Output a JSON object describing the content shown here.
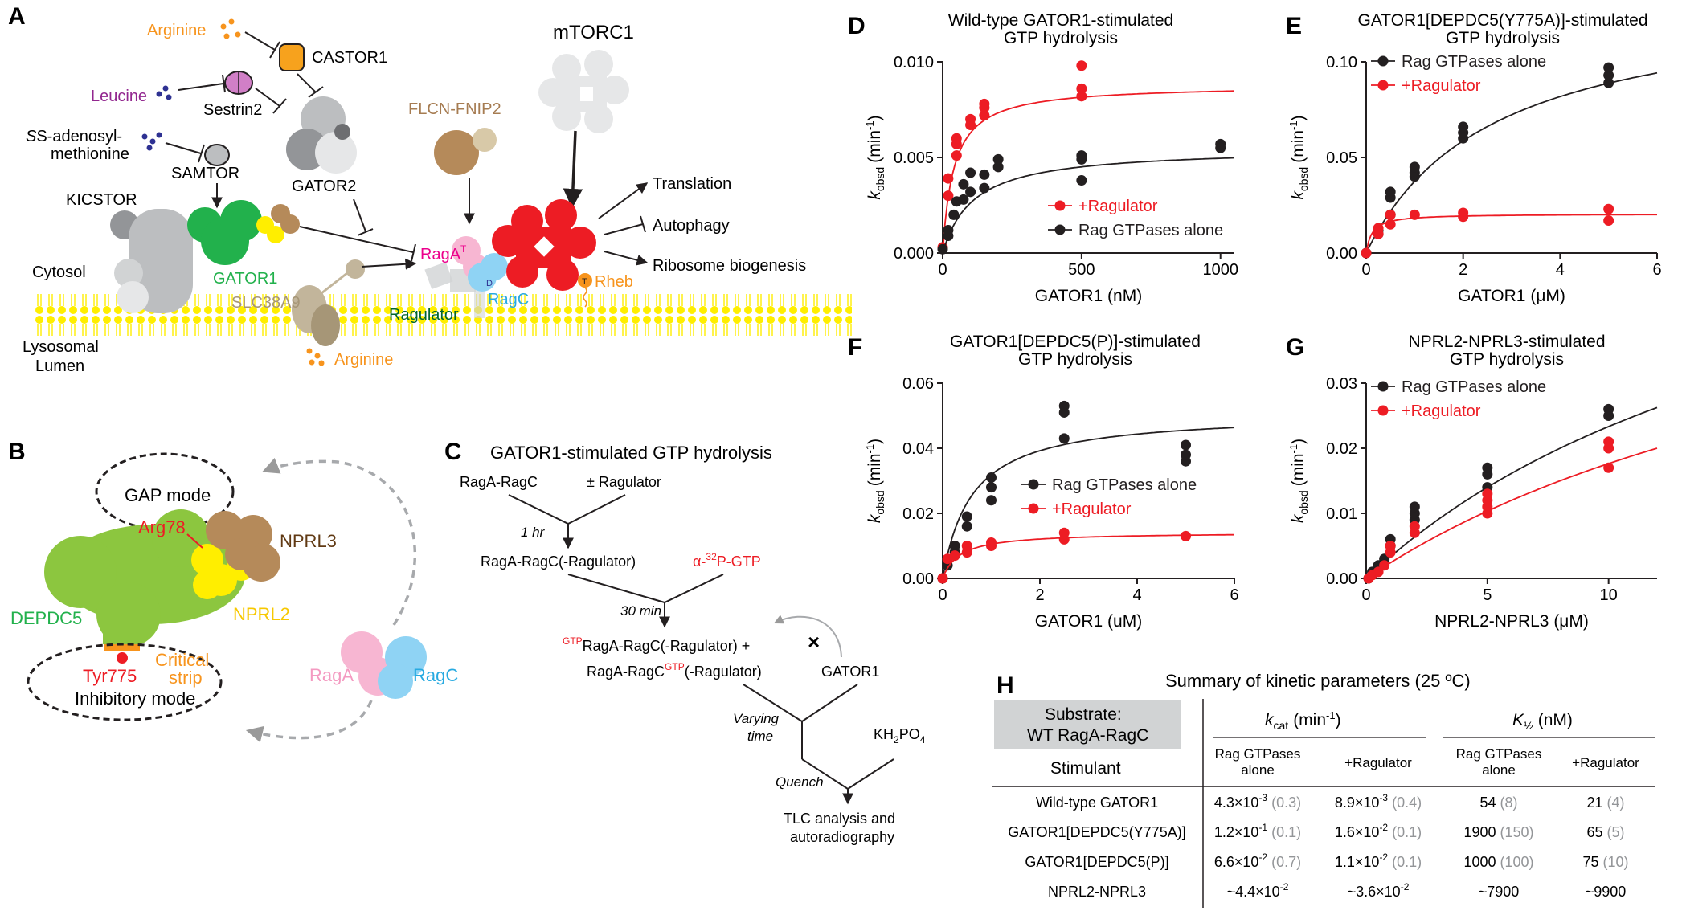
{
  "panels": {
    "A": "A",
    "B": "B",
    "C": "C",
    "D": "D",
    "E": "E",
    "F": "F",
    "G": "G",
    "H": "H"
  },
  "panel_a": {
    "arginine_top": "Arginine",
    "castor1": "CASTOR1",
    "leucine": "Leucine",
    "sestrin2": "Sestrin2",
    "sam_line1": "S-adenosyl-",
    "sam_line2": "methionine",
    "samtor": "SAMTOR",
    "gator2": "GATOR2",
    "mtorc1": "mTORC1",
    "flcn": "FLCN-FNIP2",
    "kicstor": "KICSTOR",
    "gator1": "GATOR1",
    "cytosol": "Cytosol",
    "slc38a9": "SLC38A9",
    "arginine_bottom": "Arginine",
    "lumen_line1": "Lysosomal",
    "lumen_line2": "Lumen",
    "raga": "RagA",
    "raga_sup": "T",
    "ragc": "RagC",
    "ragc_sup": "D",
    "ragulator": "Ragulator",
    "rheb": "Rheb",
    "rheb_t": "T",
    "translation": "Translation",
    "autophagy": "Autophagy",
    "ribosome": "Ribosome biogenesis"
  },
  "panel_b": {
    "gap_mode": "GAP mode",
    "arg78": "Arg78",
    "nprl3": "NPRL3",
    "depdc5": "DEPDC5",
    "nprl2": "NPRL2",
    "critical_line1": "Critical",
    "critical_line2": "strip",
    "tyr775": "Tyr775",
    "inhibitory_mode": "Inhibitory mode",
    "raga": "RagA",
    "ragc": "RagC"
  },
  "panel_c": {
    "title": "GATOR1-stimulated GTP hydrolysis",
    "ragarc": "RagA-RagC",
    "pm_ragulator": "± Ragulator",
    "t1": "1 hr",
    "complex": "RagA-RagC(-Ragulator)",
    "alpha_gtp": "α-",
    "p32": "32",
    "p_gtp": "P-GTP",
    "t2": "30 min",
    "gtp_sup": "GTP",
    "mix1_rest": "RagA-RagC(-Ragulator) +",
    "mix2_pre": "RagA-RagC",
    "mix2_post": "(-Ragulator)",
    "gator1": "GATOR1",
    "varying1": "Varying",
    "varying2": "time",
    "kh2po4": "KH",
    "kh_sub2": "2",
    "kh_po": "PO",
    "kh_sub4": "4",
    "quench": "Quench",
    "tlc1": "TLC analysis and",
    "tlc2": "autoradiography"
  },
  "colors": {
    "black_series": "#231f20",
    "red_series": "#ed1c24",
    "gator1_green": "#22b14c",
    "depdc5_green": "#8cc63f",
    "nprl2_yellow": "#ffee00",
    "nprl3_brown": "#b58a5a",
    "raga_pink": "#f7b6d2",
    "ragc_blue": "#8fd3f4",
    "arginine_orange": "#f7941d",
    "leucine_purple": "#92278f",
    "mtorc1_red": "#ed1c24"
  },
  "chart_data": [
    {
      "id": "D",
      "type": "scatter",
      "title_line1": "Wild-type GATOR1-stimulated",
      "title_line2": "GTP hydrolysis",
      "xlabel": "GATOR1 (nM)",
      "ylabel_k": "k",
      "ylabel_sub": "obsd",
      "ylabel_unit": "(min",
      "ylabel_exp": "-1",
      "ylabel_close": ")",
      "xlim": [
        0,
        1050
      ],
      "ylim": [
        0,
        0.01
      ],
      "xticks": [
        0,
        500,
        1000
      ],
      "xtick_labels": [
        "0",
        "500",
        "1000"
      ],
      "yticks": [
        0,
        0.005,
        0.01
      ],
      "ytick_labels": [
        "0.000",
        "0.005",
        "0.010"
      ],
      "legend_position": "bottom-right",
      "series": [
        {
          "name": "+Ragulator",
          "color": "red",
          "points": [
            [
              0,
              0.0003
            ],
            [
              20,
              0.003
            ],
            [
              20,
              0.0039
            ],
            [
              50,
              0.0051
            ],
            [
              50,
              0.0057
            ],
            [
              50,
              0.006
            ],
            [
              100,
              0.0067
            ],
            [
              100,
              0.007
            ],
            [
              150,
              0.0072
            ],
            [
              150,
              0.0076
            ],
            [
              150,
              0.0078
            ],
            [
              500,
              0.0098
            ],
            [
              500,
              0.0086
            ],
            [
              500,
              0.0082
            ]
          ],
          "fit": {
            "vmax": 0.0088,
            "k": 40,
            "n": 1
          }
        },
        {
          "name": "Rag GTPases alone",
          "color": "black",
          "points": [
            [
              0,
              0.0002
            ],
            [
              20,
              0.0009
            ],
            [
              20,
              0.0012
            ],
            [
              40,
              0.002
            ],
            [
              50,
              0.0027
            ],
            [
              75,
              0.0028
            ],
            [
              75,
              0.0036
            ],
            [
              100,
              0.0042
            ],
            [
              100,
              0.0032
            ],
            [
              150,
              0.0034
            ],
            [
              150,
              0.0041
            ],
            [
              200,
              0.0045
            ],
            [
              200,
              0.0049
            ],
            [
              500,
              0.0051
            ],
            [
              500,
              0.0049
            ],
            [
              500,
              0.0038
            ],
            [
              1000,
              0.0057
            ],
            [
              1000,
              0.0055
            ]
          ],
          "fit": {
            "vmax": 0.0055,
            "k": 110,
            "n": 1
          }
        }
      ]
    },
    {
      "id": "E",
      "type": "scatter",
      "title_line1": "GATOR1[DEPDC5(Y775A)]-stimulated",
      "title_line2": "GTP hydrolysis",
      "xlabel": "GATOR1 (μM)",
      "ylabel_k": "k",
      "ylabel_sub": "obsd",
      "ylabel_unit": "(min",
      "ylabel_exp": "-1",
      "ylabel_close": ")",
      "xlim": [
        0,
        6
      ],
      "ylim": [
        0,
        0.1
      ],
      "xticks": [
        0,
        2,
        4,
        6
      ],
      "xtick_labels": [
        "0",
        "2",
        "4",
        "6"
      ],
      "yticks": [
        0,
        0.05,
        0.1
      ],
      "ytick_labels": [
        "0.00",
        "0.05",
        "0.10"
      ],
      "legend_position": "top-left",
      "series": [
        {
          "name": "Rag GTPases alone",
          "color": "black",
          "points": [
            [
              0,
              0.0
            ],
            [
              0.25,
              0.01
            ],
            [
              0.25,
              0.012
            ],
            [
              0.5,
              0.02
            ],
            [
              0.5,
              0.029
            ],
            [
              0.5,
              0.032
            ],
            [
              1,
              0.04
            ],
            [
              1,
              0.042
            ],
            [
              1,
              0.045
            ],
            [
              2,
              0.06
            ],
            [
              2,
              0.063
            ],
            [
              2,
              0.066
            ],
            [
              5,
              0.089
            ],
            [
              5,
              0.093
            ],
            [
              5,
              0.097
            ]
          ],
          "fit": {
            "vmax": 0.135,
            "k": 2.6,
            "n": 1
          }
        },
        {
          "name": "+Ragulator",
          "color": "red",
          "points": [
            [
              0,
              0.0
            ],
            [
              0.25,
              0.01
            ],
            [
              0.25,
              0.013
            ],
            [
              0.5,
              0.015
            ],
            [
              0.5,
              0.02
            ],
            [
              1,
              0.02
            ],
            [
              2,
              0.019
            ],
            [
              2,
              0.021
            ],
            [
              5,
              0.017
            ],
            [
              5,
              0.023
            ]
          ],
          "fit": {
            "vmax": 0.0205,
            "k": 0.12,
            "n": 1
          }
        }
      ]
    },
    {
      "id": "F",
      "type": "scatter",
      "title_line1": "GATOR1[DEPDC5(P)]-stimulated",
      "title_line2": "GTP hydrolysis",
      "xlabel": "GATOR1 (uM)",
      "ylabel_k": "k",
      "ylabel_sub": "obsd",
      "ylabel_unit": "(min",
      "ylabel_exp": "-1",
      "ylabel_close": ")",
      "xlim": [
        0,
        6
      ],
      "ylim": [
        0,
        0.06
      ],
      "xticks": [
        0,
        2,
        4,
        6
      ],
      "xtick_labels": [
        "0",
        "2",
        "4",
        "6"
      ],
      "yticks": [
        0,
        0.02,
        0.04,
        0.06
      ],
      "ytick_labels": [
        "0.00",
        "0.02",
        "0.04",
        "0.06"
      ],
      "legend_position": "middle-right",
      "series": [
        {
          "name": "Rag GTPases alone",
          "color": "black",
          "points": [
            [
              0,
              0.0
            ],
            [
              0.1,
              0.004
            ],
            [
              0.25,
              0.008
            ],
            [
              0.25,
              0.01
            ],
            [
              0.5,
              0.016
            ],
            [
              0.5,
              0.019
            ],
            [
              1,
              0.024
            ],
            [
              1,
              0.028
            ],
            [
              1,
              0.031
            ],
            [
              2.5,
              0.043
            ],
            [
              2.5,
              0.051
            ],
            [
              2.5,
              0.053
            ],
            [
              5,
              0.036
            ],
            [
              5,
              0.038
            ],
            [
              5,
              0.041
            ]
          ],
          "fit": {
            "vmax": 0.051,
            "k": 0.6,
            "n": 1
          }
        },
        {
          "name": "+Ragulator",
          "color": "red",
          "points": [
            [
              0,
              0.0
            ],
            [
              0.1,
              0.006
            ],
            [
              0.25,
              0.007
            ],
            [
              0.5,
              0.008
            ],
            [
              0.5,
              0.01
            ],
            [
              1,
              0.01
            ],
            [
              1,
              0.011
            ],
            [
              2.5,
              0.012
            ],
            [
              2.5,
              0.014
            ],
            [
              5,
              0.013
            ]
          ],
          "fit": {
            "vmax": 0.0142,
            "k": 0.35,
            "n": 1
          }
        }
      ]
    },
    {
      "id": "G",
      "type": "scatter",
      "title_line1": "NPRL2-NPRL3-stimulated",
      "title_line2": "GTP hydrolysis",
      "xlabel": "NPRL2-NPRL3 (μM)",
      "ylabel_k": "k",
      "ylabel_sub": "obsd",
      "ylabel_unit": "(min",
      "ylabel_exp": "-1",
      "ylabel_close": ")",
      "xlim": [
        0,
        12
      ],
      "ylim": [
        0,
        0.03
      ],
      "xticks": [
        0,
        5,
        10
      ],
      "xtick_labels": [
        "0",
        "5",
        "10"
      ],
      "yticks": [
        0,
        0.01,
        0.02,
        0.03
      ],
      "ytick_labels": [
        "0.00",
        "0.01",
        "0.02",
        "0.03"
      ],
      "legend_position": "top-left",
      "series": [
        {
          "name": "Rag GTPases alone",
          "color": "black",
          "points": [
            [
              0.1,
              0.0
            ],
            [
              0.25,
              0.001
            ],
            [
              0.5,
              0.002
            ],
            [
              0.75,
              0.003
            ],
            [
              1,
              0.005
            ],
            [
              1,
              0.006
            ],
            [
              2,
              0.009
            ],
            [
              2,
              0.01
            ],
            [
              2,
              0.011
            ],
            [
              5,
              0.014
            ],
            [
              5,
              0.016
            ],
            [
              5,
              0.017
            ],
            [
              10,
              0.025
            ],
            [
              10,
              0.026
            ]
          ],
          "fit": {
            "vmax": 0.07,
            "k": 20,
            "n": 1
          }
        },
        {
          "name": "+Ragulator",
          "color": "red",
          "points": [
            [
              0.1,
              0.0
            ],
            [
              0.25,
              0.0005
            ],
            [
              0.5,
              0.001
            ],
            [
              0.75,
              0.002
            ],
            [
              1,
              0.004
            ],
            [
              1,
              0.005
            ],
            [
              2,
              0.007
            ],
            [
              2,
              0.008
            ],
            [
              5,
              0.01
            ],
            [
              5,
              0.011
            ],
            [
              5,
              0.012
            ],
            [
              5,
              0.013
            ],
            [
              10,
              0.017
            ],
            [
              10,
              0.02
            ],
            [
              10,
              0.021
            ]
          ],
          "fit": {
            "vmax": 0.06,
            "k": 24,
            "n": 1
          }
        }
      ]
    },
    {
      "id": "H",
      "type": "table",
      "title": "Summary of kinetic parameters (25 ºC)",
      "substrate_line1": "Substrate:",
      "substrate_line2": "WT RagA-RagC",
      "stimulant_header": "Stimulant",
      "kcat_header": "k",
      "kcat_sub": "cat",
      "kcat_unit": "(min",
      "kcat_exp": "-1",
      "kcat_close": ")",
      "khalf_header": "K",
      "khalf_sub": "½",
      "khalf_unit": "(nM)",
      "subcols": [
        "Rag GTPases alone",
        "+Ragulator",
        "Rag GTPases alone",
        "+Ragulator"
      ],
      "rows": [
        {
          "stimulant": "Wild-type GATOR1",
          "kcat_alone": "4.3×10",
          "kcat_alone_exp": "-3",
          "kcat_alone_err": "(0.3)",
          "kcat_rag": "8.9×10",
          "kcat_rag_exp": "-3",
          "kcat_rag_err": "(0.4)",
          "k_alone": "54",
          "k_alone_err": "(8)",
          "k_rag": "21",
          "k_rag_err": "(4)"
        },
        {
          "stimulant": "GATOR1[DEPDC5(Y775A)]",
          "kcat_alone": "1.2×10",
          "kcat_alone_exp": "-1",
          "kcat_alone_err": "(0.1)",
          "kcat_rag": "1.6×10",
          "kcat_rag_exp": "-2",
          "kcat_rag_err": "(0.1)",
          "k_alone": "1900",
          "k_alone_err": "(150)",
          "k_rag": "65",
          "k_rag_err": "(5)"
        },
        {
          "stimulant": "GATOR1[DEPDC5(P)]",
          "kcat_alone": "6.6×10",
          "kcat_alone_exp": "-2",
          "kcat_alone_err": "(0.7)",
          "kcat_rag": "1.1×10",
          "kcat_rag_exp": "-2",
          "kcat_rag_err": "(0.1)",
          "k_alone": "1000",
          "k_alone_err": "(100)",
          "k_rag": "75",
          "k_rag_err": "(10)"
        },
        {
          "stimulant": "NPRL2-NPRL3",
          "kcat_alone": "~4.4×10",
          "kcat_alone_exp": "-2",
          "kcat_alone_err": "",
          "kcat_rag": "~3.6×10",
          "kcat_rag_exp": "-2",
          "kcat_rag_err": "",
          "k_alone": "~7900",
          "k_alone_err": "",
          "k_rag": "~9900",
          "k_rag_err": ""
        }
      ]
    }
  ]
}
